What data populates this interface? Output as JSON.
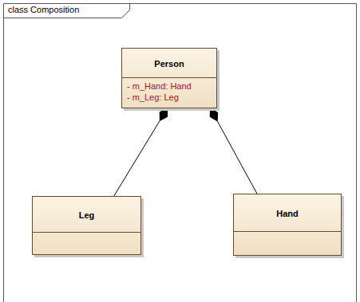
{
  "diagram": {
    "title": "class Composition",
    "nodes": [
      {
        "text": [
          "Person",
          "- m_Hand: Hand",
          "- m_Leg: Leg"
        ]
      },
      {
        "text": [
          "Leg"
        ]
      },
      {
        "text": [
          "Hand"
        ]
      }
    ],
    "edges": [
      {
        "from": 1,
        "to": 0,
        "arrow": "to"
      },
      {
        "from": 2,
        "to": 0,
        "arrow": "to"
      }
    ]
  }
}
